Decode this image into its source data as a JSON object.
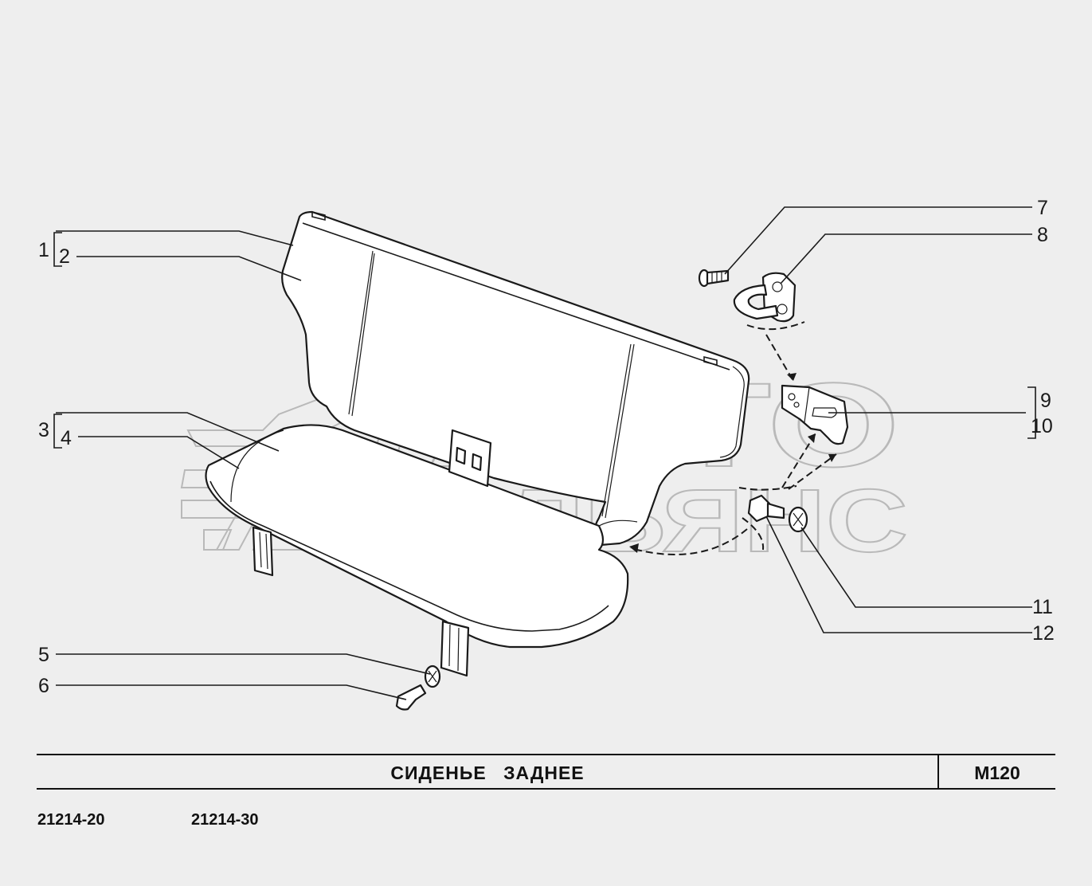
{
  "watermark": {
    "line1": "АВТО",
    "line2": "АЛЬЯНС"
  },
  "callouts": [
    "1",
    "2",
    "3",
    "4",
    "5",
    "6",
    "7",
    "8",
    "9",
    "10",
    "11",
    "12"
  ],
  "title_block": {
    "title": "СИДЕНЬЕ   ЗАДНЕЕ",
    "code": "M120",
    "models": [
      "21214-20",
      "21214-30"
    ]
  }
}
